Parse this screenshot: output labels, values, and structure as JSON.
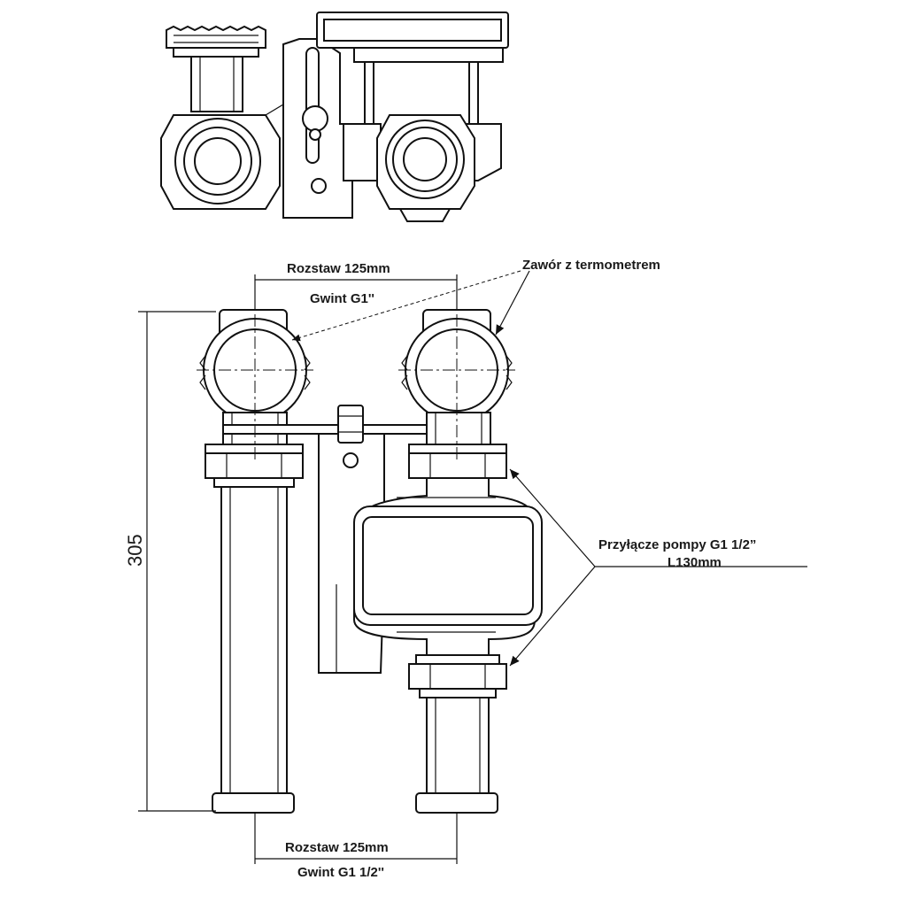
{
  "labels": {
    "top_spacing": "Rozstaw 125mm",
    "top_thread": "Gwint G1''",
    "valve_callout": "Zawór z termometrem",
    "pump_connection": "Przyłącze pompy G1 1/2”",
    "pump_length": "L130mm",
    "height_dim": "305",
    "bottom_spacing": "Rozstaw 125mm",
    "bottom_thread": "Gwint G1 1/2''"
  }
}
